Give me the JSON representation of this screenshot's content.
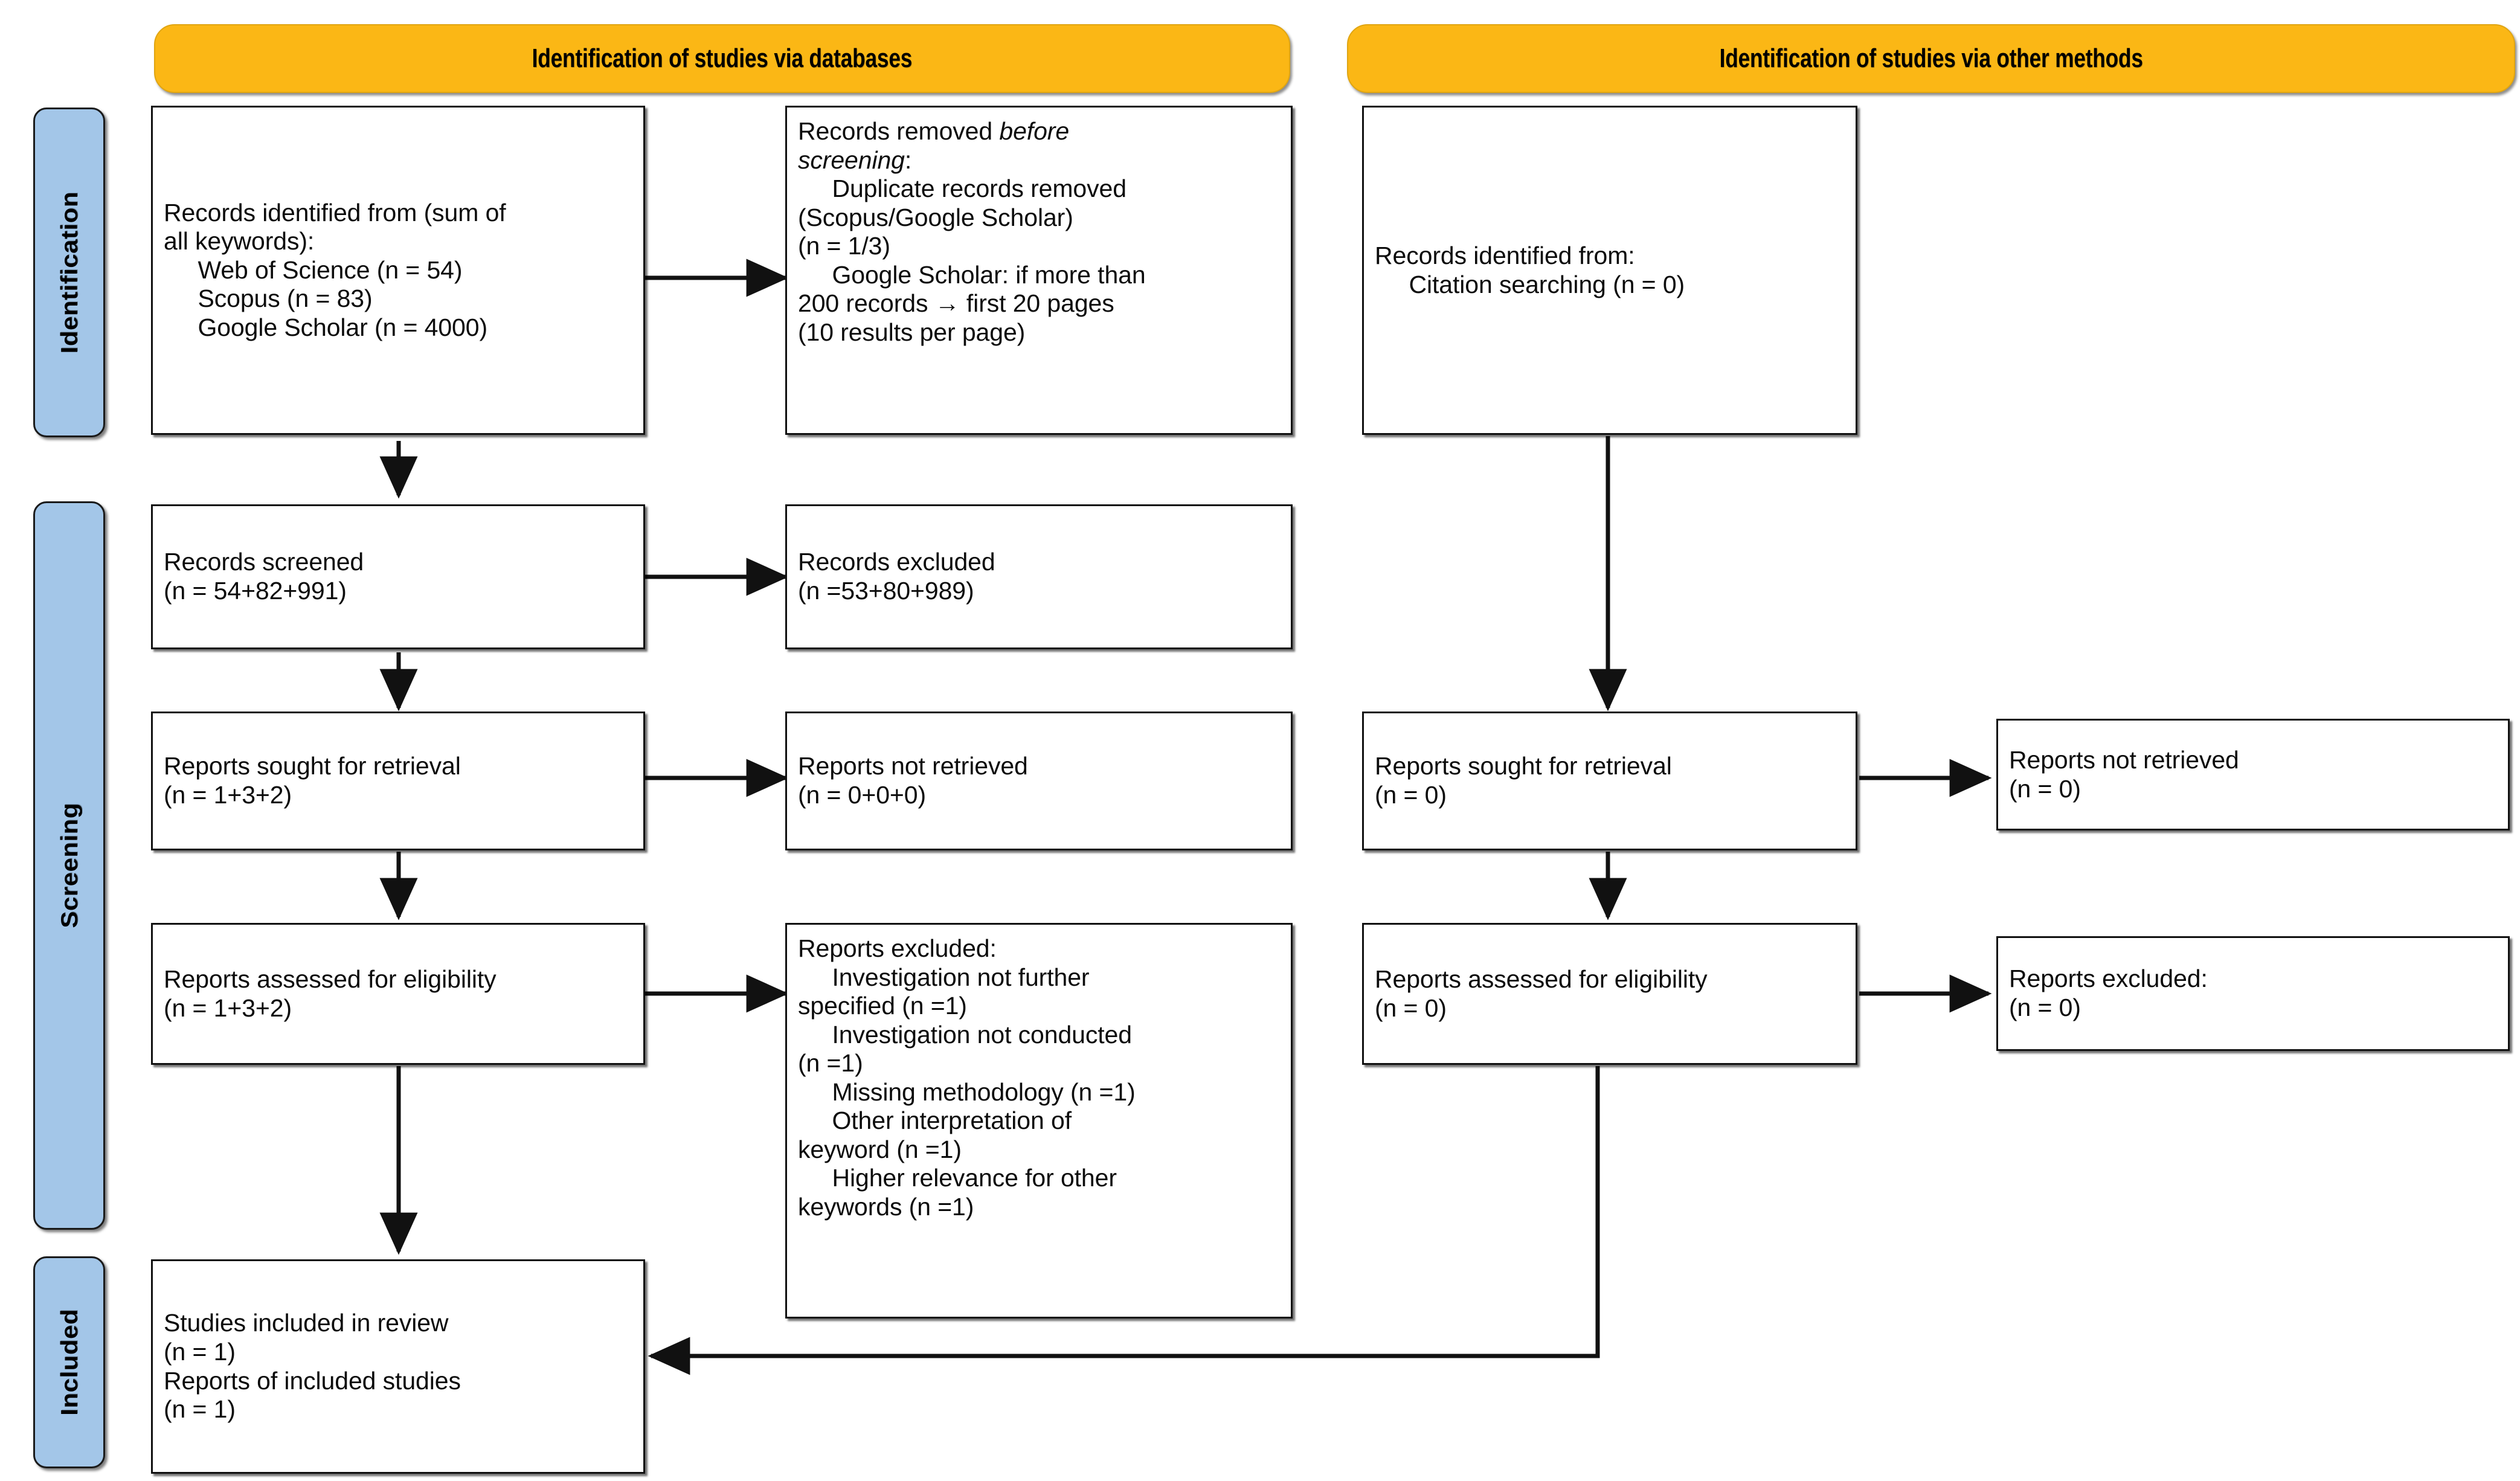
{
  "diagram": {
    "title": "PRISMA 2020 flow diagram",
    "colors": {
      "banner_fill": "#FBB715",
      "sidetab_fill": "#A3C6E8",
      "box_border": "#111111",
      "text": "#0b0b0b"
    }
  },
  "banners": [
    {
      "id": "databases",
      "label": "Identification of studies via databases"
    },
    {
      "id": "other-methods",
      "label": "Identification of studies via other methods"
    }
  ],
  "phase_tabs": [
    {
      "id": "identification",
      "label": "Identification"
    },
    {
      "id": "screening",
      "label": "Screening"
    },
    {
      "id": "included",
      "label": "Included"
    }
  ],
  "nodes": {
    "records_identified_db": {
      "line1": "Records identified from (sum of",
      "line2": "all keywords):",
      "line3": "     Web of Science (n = 54)",
      "line4": "     Scopus (n = 83)",
      "line5": "     Google Scholar (n = 4000)",
      "text": "Records identified from (sum of\nall keywords):\n     Web of Science (n = 54)\n     Scopus (n = 83)\n     Google Scholar (n = 4000)"
    },
    "records_removed": {
      "head_plain": "Records removed ",
      "head_italic": "before\nscreening",
      "head_colon": ":",
      "body": "     Duplicate records removed\n(Scopus/Google Scholar)\n(n = 1/3)\n     Google Scholar: if more than\n200 records → first 20 pages\n(10 results per page)"
    },
    "records_screened": {
      "text": "Records screened\n(n = 54+82+991)"
    },
    "records_excluded": {
      "text": "Records excluded\n(n =53+80+989)"
    },
    "reports_sought_db": {
      "text": "Reports sought for retrieval\n(n = 1+3+2)"
    },
    "reports_not_retrieved_db": {
      "text": "Reports not retrieved\n(n = 0+0+0)"
    },
    "reports_assessed_db": {
      "text": "Reports assessed for eligibility\n(n = 1+3+2)"
    },
    "reports_excluded_db": {
      "text": "Reports excluded:\n     Investigation not further\nspecified (n =1)\n     Investigation not conducted\n(n =1)\n     Missing methodology (n =1)\n     Other interpretation of\nkeyword (n =1)\n     Higher relevance for other\nkeywords (n =1)"
    },
    "studies_included": {
      "text": "Studies included in review\n(n = 1)\nReports of included studies\n(n = 1)"
    },
    "records_identified_other": {
      "text": "Records identified from:\n     Citation searching (n = 0)"
    },
    "reports_sought_other": {
      "text": "Reports sought for retrieval\n(n = 0)"
    },
    "reports_not_retrieved_other": {
      "text": "Reports not retrieved\n(n = 0)"
    },
    "reports_assessed_other": {
      "text": "Reports assessed for eligibility\n(n = 0)"
    },
    "reports_excluded_other": {
      "text": "Reports excluded:\n(n = 0)"
    }
  },
  "counts": {
    "web_of_science": 54,
    "scopus": 83,
    "google_scholar": 4000,
    "duplicates_removed": "1/3",
    "google_scholar_pages": 20,
    "google_scholar_results_per_page": 10,
    "google_scholar_threshold": 200,
    "records_screened": "54+82+991",
    "records_excluded": "53+80+989",
    "reports_sought_db": "1+3+2",
    "reports_not_retrieved_db": "0+0+0",
    "reports_assessed_db": "1+3+2",
    "excluded_investigation_not_further_specified": 1,
    "excluded_investigation_not_conducted": 1,
    "excluded_missing_methodology": 1,
    "excluded_other_interpretation_of_keyword": 1,
    "excluded_higher_relevance_other_keywords": 1,
    "studies_included_in_review": 1,
    "reports_of_included_studies": 1,
    "citation_searching": 0,
    "reports_sought_other": 0,
    "reports_not_retrieved_other": 0,
    "reports_assessed_other": 0,
    "reports_excluded_other": 0
  }
}
